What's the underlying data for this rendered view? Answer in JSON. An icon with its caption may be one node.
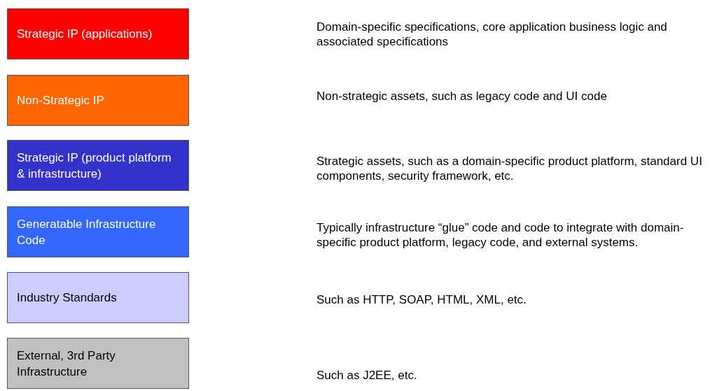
{
  "diagram": {
    "nodes": [
      {
        "text": [
          "Strategic IP (applications)"
        ]
      },
      {
        "text": [
          "Non-Strategic IP"
        ]
      },
      {
        "text": [
          "Strategic IP (product platform & infrastructure)"
        ]
      },
      {
        "text": [
          "Generatable Infrastructure Code"
        ]
      },
      {
        "text": [
          "Industry Standards"
        ]
      },
      {
        "text": [
          "External, 3rd Party Infrastructure"
        ]
      }
    ],
    "labels": [
      "Domain-specific specifications, core application business logic and associated specifications",
      "Non-strategic assets, such as legacy code and UI code",
      "Strategic assets, such as a domain-specific product platform, standard UI components, security framework, etc.",
      "Typically infrastructure “glue” code and code to integrate with domain-specific product platform, legacy code, and external systems.",
      "Such as HTTP, SOAP, HTML, XML, etc.",
      "Such as J2EE, etc."
    ]
  }
}
